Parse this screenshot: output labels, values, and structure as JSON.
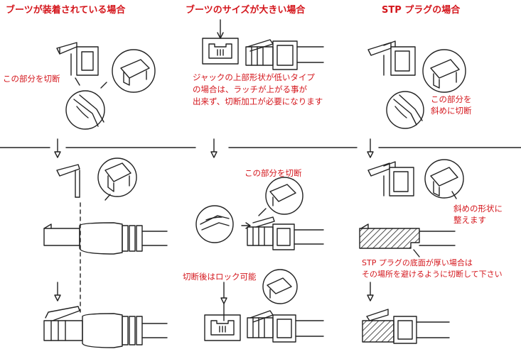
{
  "colors": {
    "heading": "#d4161c",
    "callout": "#d4161c",
    "line": "#222222",
    "hatch": "#222222"
  },
  "columns": [
    {
      "heading": "ブーツが装着されている場合",
      "callouts": [
        "この部分を切断"
      ]
    },
    {
      "heading": "ブーツのサイズが大きい場合",
      "callouts": [
        "ジャックの上部形状が低いタイプ",
        "の場合は、ラッチが上がる事が",
        "出来ず、切断加工が必要になります",
        "この部分を切断",
        "切断後はロック可能"
      ]
    },
    {
      "heading": "STP プラグの場合",
      "callouts": [
        "この部分を",
        "斜めに切断",
        "斜めの形状に",
        "整えます",
        "STP プラグの底面が厚い場合は",
        "その場所を避けるように切断して下さい"
      ]
    }
  ],
  "icons": [
    "cutter-icon",
    "latch-zoom-icon",
    "arrow-down-icon"
  ]
}
